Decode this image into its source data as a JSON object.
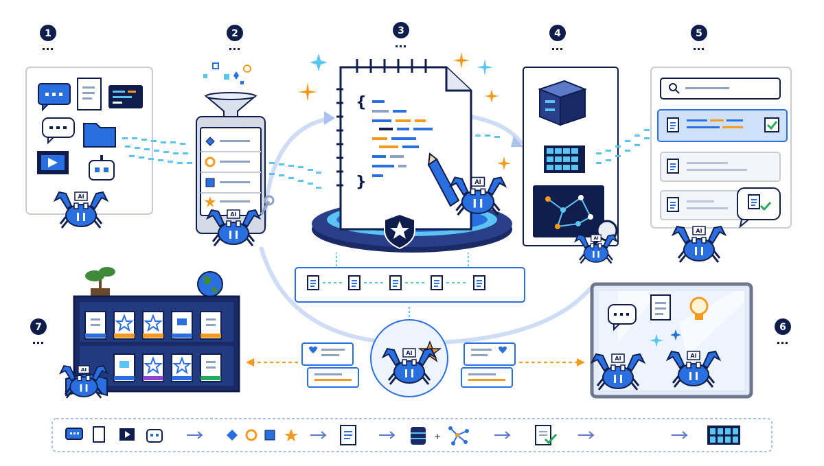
{
  "steps": [
    {
      "num": "1",
      "name": "step-1-sources"
    },
    {
      "num": "2",
      "name": "step-2-extract"
    },
    {
      "num": "3",
      "name": "step-3-spec-notebook"
    },
    {
      "num": "4",
      "name": "step-4-index"
    },
    {
      "num": "5",
      "name": "step-5-retrieve"
    },
    {
      "num": "6",
      "name": "step-6-collaborate"
    },
    {
      "num": "7",
      "name": "step-7-library"
    }
  ],
  "crab_badge": "AI",
  "notebook": {
    "brace_open": "{",
    "brace_close": "}"
  },
  "colors": {
    "navy": "#0f1d4d",
    "blue": "#2a6fe0",
    "lightblue": "#cfe0fb",
    "orange": "#f39a1e",
    "cyan": "#5cc4f0",
    "green": "#27a85a",
    "gray": "#c7ccd6"
  }
}
